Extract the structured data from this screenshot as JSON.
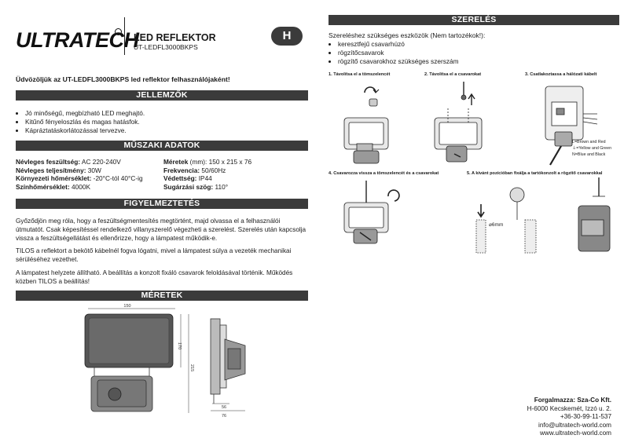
{
  "header": {
    "logo_text": "ULTRATECH",
    "title": "LED REFLEKTOR",
    "model": "UT-LEDFL3000BKPS",
    "lang_badge": "H"
  },
  "welcome": "Üdvözöljük az UT-LEDFL3000BKPS led reflektor felhasználójaként!",
  "features": {
    "heading": "JELLEMZŐK",
    "items": [
      "Jó minőségű, megbízható LED meghajtó.",
      "Kitűnő fényeloszlás és magas hatásfok.",
      "Kápráztatáskorlátozással tervezve."
    ]
  },
  "specs": {
    "heading": "MŰSZAKI ADATOK",
    "left": [
      {
        "label": "Névleges feszültség:",
        "value": " AC 220-240V"
      },
      {
        "label": "Névleges teljesítmény:",
        "value": " 30W"
      },
      {
        "label": "Környezeti hőmérséklet:",
        "value": " -20°C-tól 40°C-ig"
      },
      {
        "label": "Színhőmérséklet:",
        "value": " 4000K"
      }
    ],
    "right": [
      {
        "label": "Méretek",
        "value": " (mm): 150 x 215 x 76"
      },
      {
        "label": "Frekvencia:",
        "value": " 50/60Hz"
      },
      {
        "label": "Védettség:",
        "value": " IP44"
      },
      {
        "label": "Sugárzási szög:",
        "value": " 110°"
      }
    ]
  },
  "warnings": {
    "heading": "FIGYELMEZTETÉS",
    "p1": "Győződjön meg róla, hogy a feszültségmentesítés megtörtént, majd olvassa el a felhasználói útmutatót. Csak képesítéssel rendelkező villanyszerelő végezheti a szerelést. Szerelés után kapcsolja vissza a feszültségellátást és ellenőrizze, hogy a lámpatest működik-e.",
    "p2": "TILOS a reflektort a bekötő kábelnél fogva lógatni, mivel a lámpatest súlya a vezeték mechanikai sérüléséhez vezethet.",
    "p3": "A lámpatest helyzete állítható. A beállítás a konzolt fixáló csavarok feloldásával történik. Működés közben TILOS a beállítás!"
  },
  "dimensions": {
    "heading": "MÉRETEK",
    "width": "150",
    "height_inner": "170",
    "height_total": "215",
    "depth_a": "56",
    "depth_b": "76"
  },
  "install": {
    "heading": "SZERELÉS",
    "tools_title": "Szereléshez szükséges eszközök (Nem tartozékok!):",
    "tools": [
      "keresztfejű csavarhúzó",
      "rögzítőcsavarok",
      "rögzítő csavarokhoz szükséges szerszám"
    ],
    "steps": [
      "1. Távolítsa el a tömszelencét",
      "2. Távolítsa el a csavarokat",
      "3. Csatlakoztassa a hálózati kábelt",
      "4. Csavarozza vissza a tömszelencét és a csavarokat",
      "5. A kívánt pozícióban fixálja a tartókonzolt a rögzítő csavarokkal"
    ],
    "wires": [
      "L=Brown and Red",
      "⏚=Yellow and Green",
      "N=Blue and Black"
    ],
    "drill": "⌀6mm"
  },
  "distributor": {
    "line1": "Forgalmazza:  Sza-Co Kft.",
    "line2": "H-6000 Kecskemét, Izzó u. 2.",
    "line3": "+36-30-99-11-537",
    "line4": "info@ultratech-world.com",
    "line5": "www.ultratech-world.com"
  }
}
